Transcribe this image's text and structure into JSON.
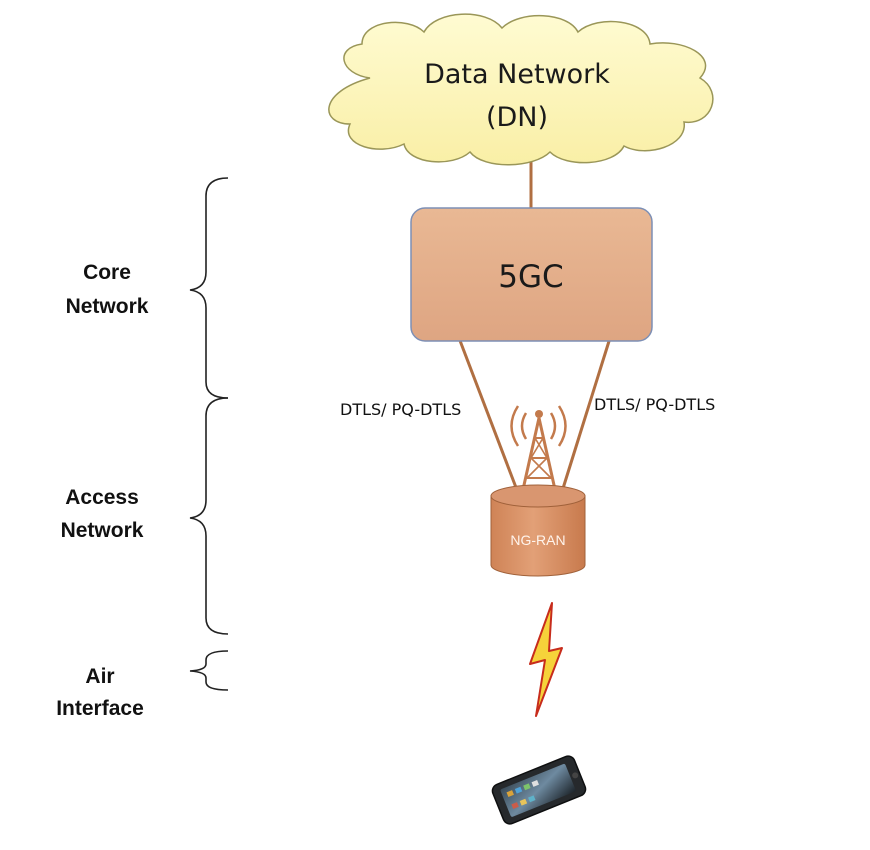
{
  "data_network": {
    "line1": "Data Network",
    "line2": "(DN)"
  },
  "core": {
    "label": "5GC"
  },
  "links": {
    "left": "DTLS/ PQ-DTLS",
    "right": "DTLS/ PQ-DTLS"
  },
  "ran": {
    "label": "NG-RAN"
  },
  "layers": {
    "core": {
      "line1": "Core",
      "line2": "Network"
    },
    "access": {
      "line1": "Access",
      "line2": "Network"
    },
    "air": {
      "line1": "Air",
      "line2": "Interface"
    }
  },
  "colors": {
    "cloud_fill": "#fdf6bb",
    "cloud_stroke": "#9a9658",
    "node_fill": "#e4b08c",
    "node_stroke": "#7d8fb5",
    "link": "#b06f42",
    "bolt_fill": "#f6d23a",
    "bolt_stroke": "#c72c1c"
  },
  "icons": [
    "cloud-icon",
    "radio-tower-icon",
    "lightning-bolt-icon",
    "smartphone-icon"
  ]
}
